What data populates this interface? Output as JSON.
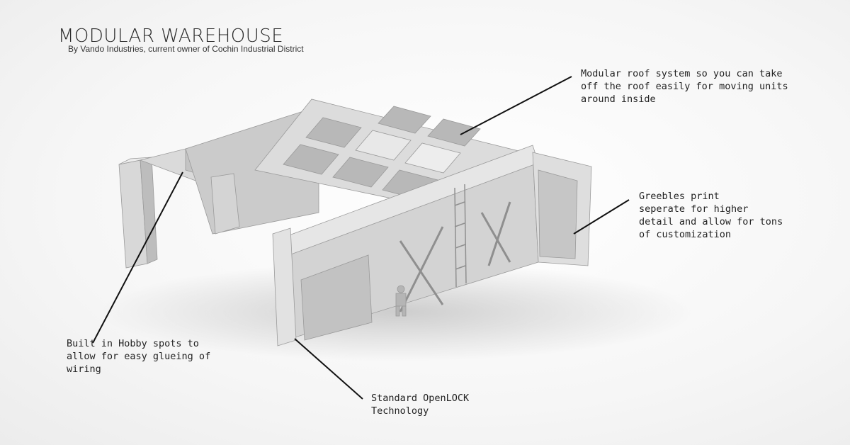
{
  "header": {
    "title": "MODULAR WAREHOUSE",
    "subtitle": "By Vando Industries, current owner of Cochin Industrial District"
  },
  "callouts": {
    "roof": "Modular roof system so you can take\noff the roof easily for moving units\naround inside",
    "greebles": "Greebles print\nseperate for higher\ndetail and allow for tons\nof customization",
    "hobby": "Built in Hobby spots to\nallow for easy glueing of\nwiring",
    "openlock": "Standard OpenLOCK\nTechnology"
  },
  "colors": {
    "model_light": "#e4e4e4",
    "model_mid": "#cfcfcf",
    "model_dark": "#a9a9a9",
    "leader_line": "#111111"
  }
}
